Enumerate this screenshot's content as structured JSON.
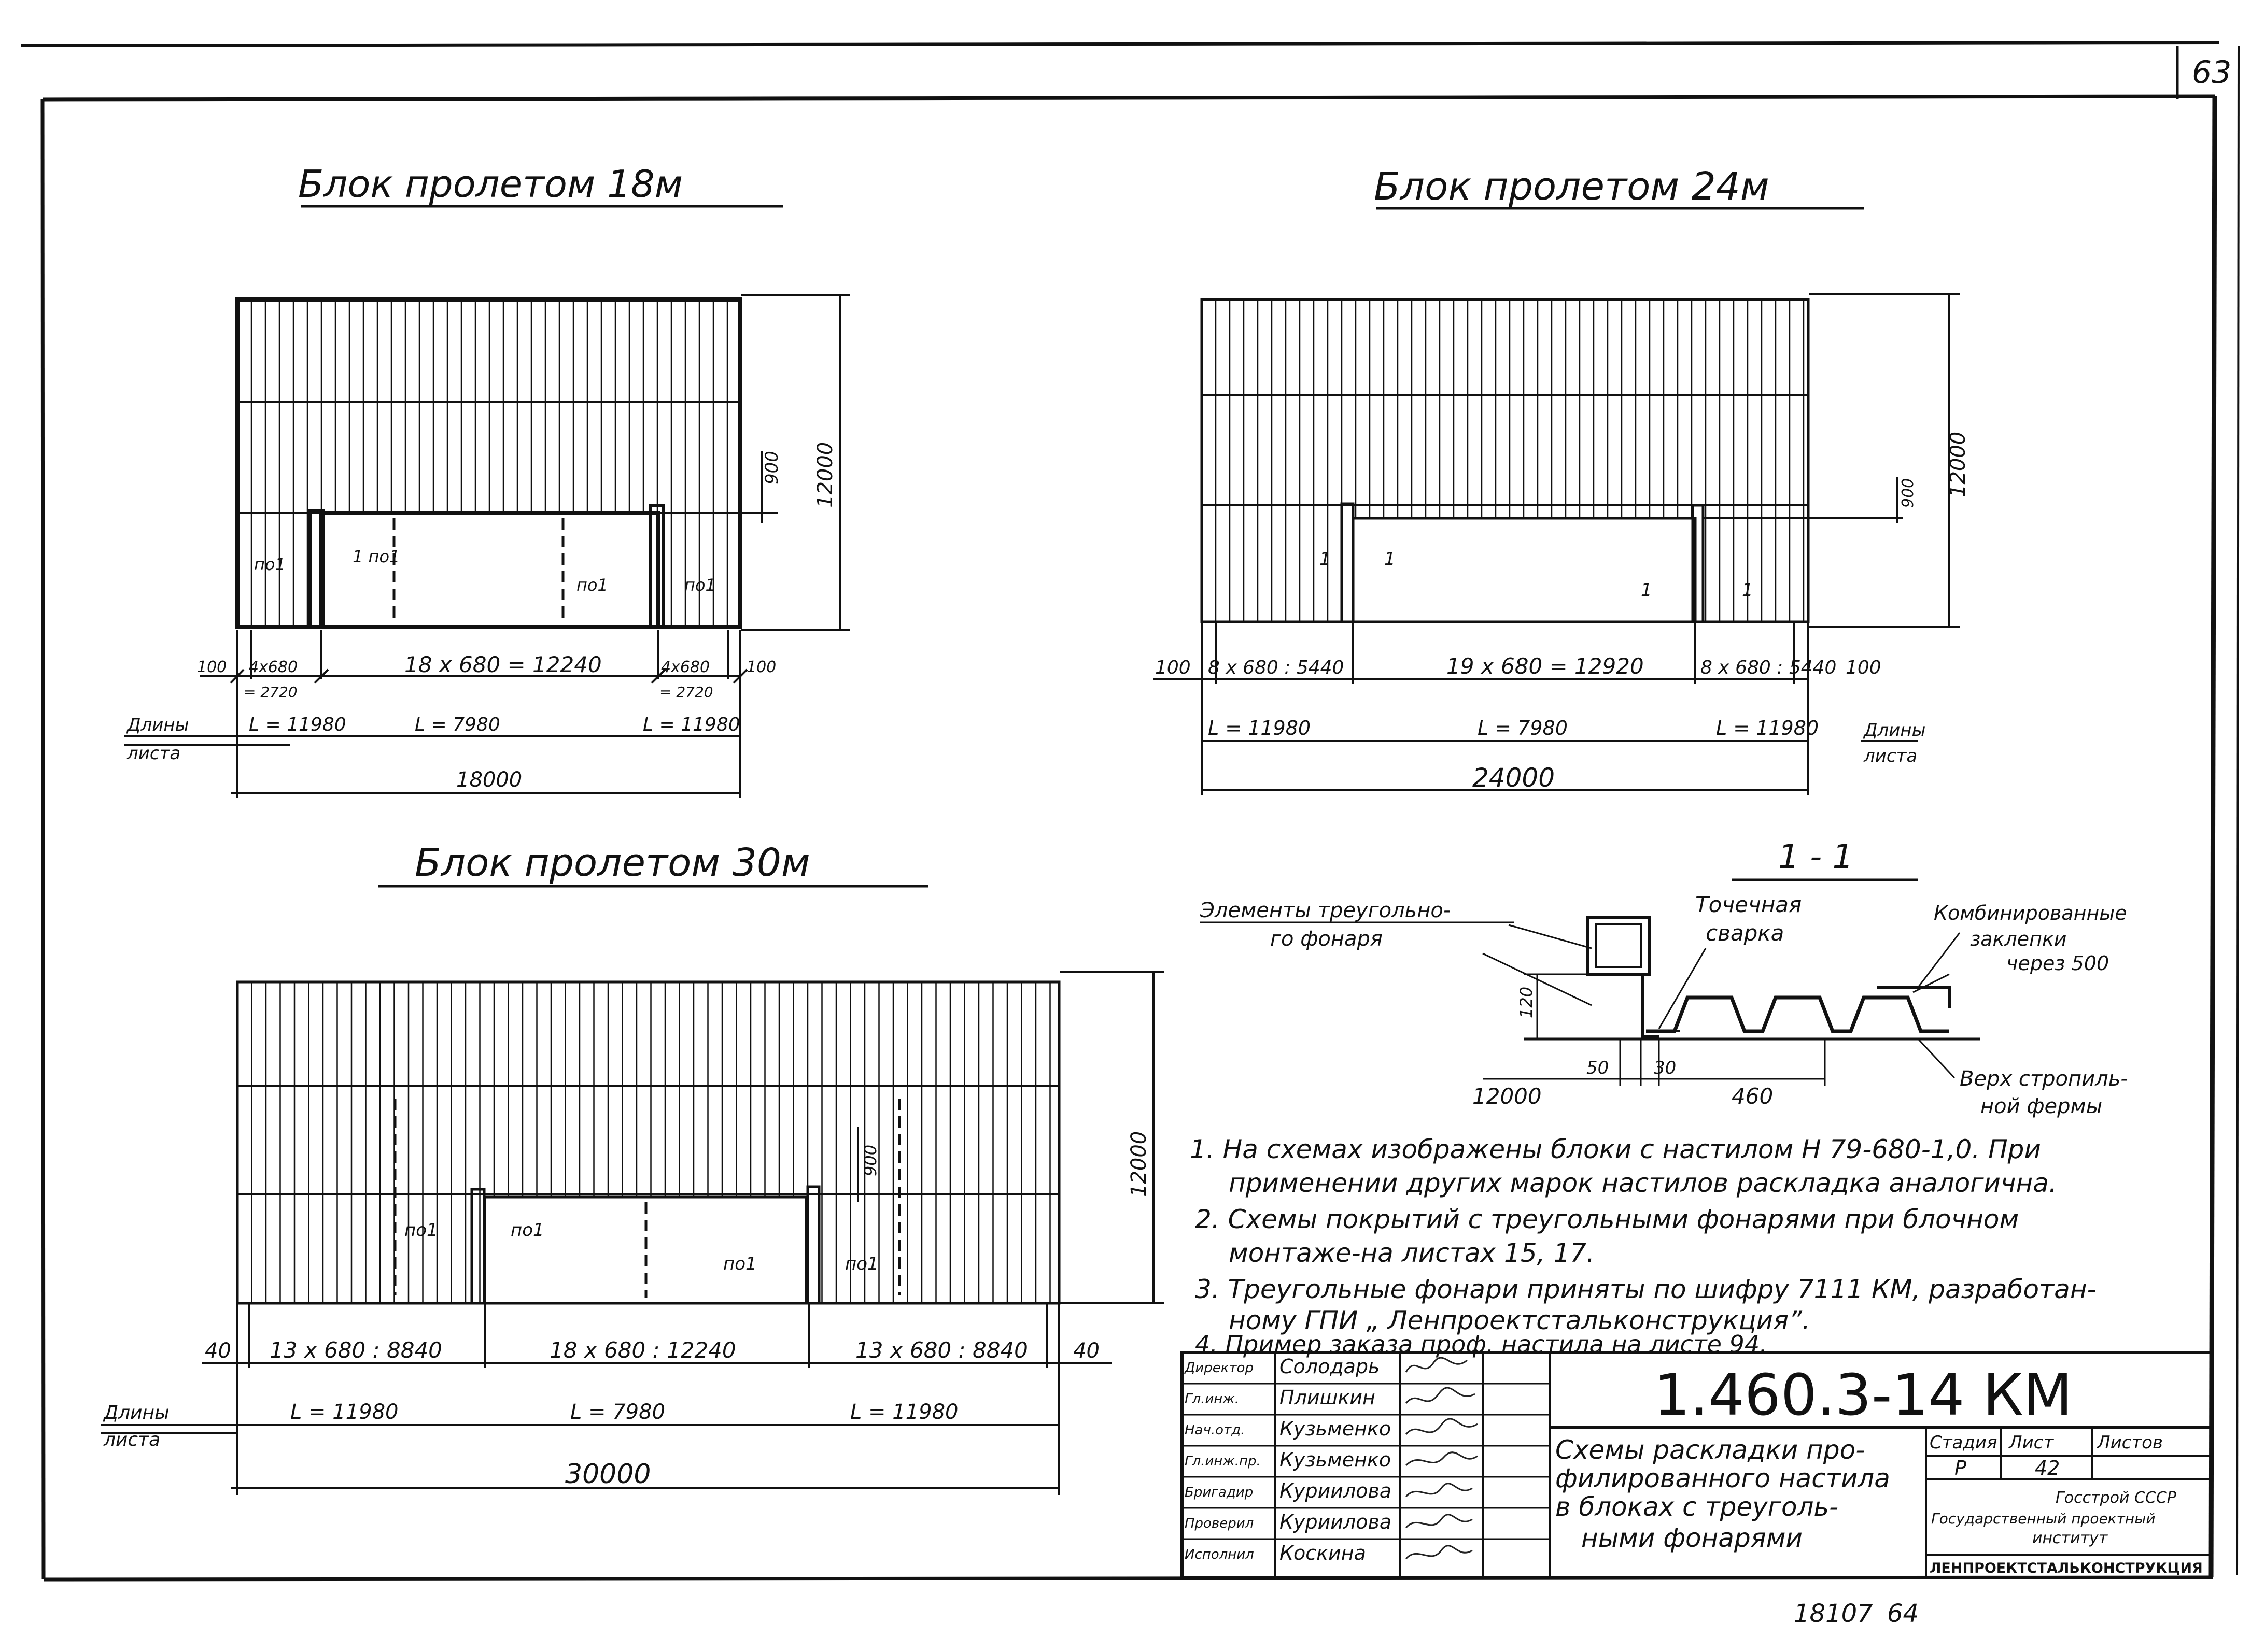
{
  "sheet": {
    "page_number": "63",
    "bottom_numbers": [
      "18107",
      "64"
    ]
  },
  "block18": {
    "title": "Блок пролетом 18м",
    "dim_height": "12000",
    "dim_lantern": "900",
    "dim_left_edge": "100",
    "dim_left_lantern": "4х680",
    "dim_left_lantern_sub": "= 2720",
    "dim_center": "18 х 680 = 12240",
    "dim_right_lantern": "4х680",
    "dim_right_lantern_sub": "= 2720",
    "dim_right_edge": "100",
    "sheet_len_label": "Длины",
    "sheet_len_label2": "листа",
    "len_left": "L = 11980",
    "len_center": "L = 7980",
    "len_right": "L = 11980",
    "dim_total": "18000",
    "markers": [
      "по1",
      "1 по1",
      "по1",
      "по1"
    ]
  },
  "block24": {
    "title": "Блок пролетом 24м",
    "dim_height": "12000",
    "dim_lantern": "900",
    "dim_left_edge": "100",
    "dim_left_lantern": "8 х 680 : 5440",
    "dim_center": "19 х 680 = 12920",
    "dim_right_lantern": "8 х 680 : 5440",
    "dim_right_edge": "100",
    "sheet_len_label": "Длины",
    "sheet_len_label2": "листа",
    "len_left": "L = 11980",
    "len_center": "L = 7980",
    "len_right": "L = 11980",
    "dim_total": "24000",
    "markers": [
      "1",
      "1",
      "1",
      "1"
    ]
  },
  "block30": {
    "title": "Блок пролетом 30м",
    "dim_height": "12000",
    "dim_lantern": "900",
    "dim_left_edge": "40",
    "dim_left_lantern": "13 х 680 : 8840",
    "dim_center": "18 х 680 : 12240",
    "dim_right_lantern": "13 х 680 : 8840",
    "dim_right_edge": "40",
    "sheet_len_label": "Длины",
    "sheet_len_label2": "листа",
    "len_left": "L = 11980",
    "len_center": "L = 7980",
    "len_right": "L = 11980",
    "dim_total": "30000",
    "markers": [
      "по1",
      "по1",
      "по1",
      "по1"
    ]
  },
  "section": {
    "title": "1 - 1",
    "label_lantern": "Элементы треугольно-",
    "label_lantern2": "го фонаря",
    "label_weld": "Точечная",
    "label_weld2": "сварка",
    "label_combined": "Комбинированные",
    "label_combined2": "заклепки",
    "label_combined3": "через 500",
    "label_truss": "Верх стропиль-",
    "label_truss2": "ной фермы",
    "dim_120": "120",
    "dim_50": "50",
    "dim_30": "30",
    "dim_460": "460",
    "dim_12000": "12000"
  },
  "notes": [
    "1. На схемах изображены блоки с настилом Н 79-680-1,0. При",
    "применении других марок настилов раскладка аналогична.",
    "2. Схемы покрытий с треугольными фонарями при блочном",
    "монтаже-на листах 15, 17.",
    "3. Треугольные фонари приняты по шифру 7111 КМ, разработан-",
    "ному ГПИ „ Ленпроектстальконструкция”.",
    "4. Пример заказа проф. настила на листе 94."
  ],
  "title_block": {
    "code": "1.460.3-14 КМ",
    "roles": [
      "Директор",
      "Гл.инж.",
      "Нач.отд.",
      "Гл.инж.пр.",
      "Бригадир",
      "Проверил",
      "Исполнил"
    ],
    "names": [
      "Солодарь",
      "Плишкин",
      "Кузьменко",
      "Кузьменко",
      "Куриилова",
      "Куриилова",
      "Коскина"
    ],
    "signatures": [
      "Sol",
      "Pl",
      "Kz",
      "Kz",
      "Kur",
      "Kur",
      "Kos"
    ],
    "description": [
      "Схемы раскладки про-",
      "филированного настила",
      "в блоках с треуголь-",
      "ными фонарями"
    ],
    "stage_label": "Стадия",
    "sheet_label": "Лист",
    "sheets_label": "Листов",
    "stage_value": "Р",
    "sheet_value": "42",
    "org": [
      "Госстрой СССР",
      "Государственный проектный",
      "институт"
    ],
    "org_name": "ЛЕНПРОЕКТСТАЛЬКОНСТРУКЦИЯ"
  }
}
